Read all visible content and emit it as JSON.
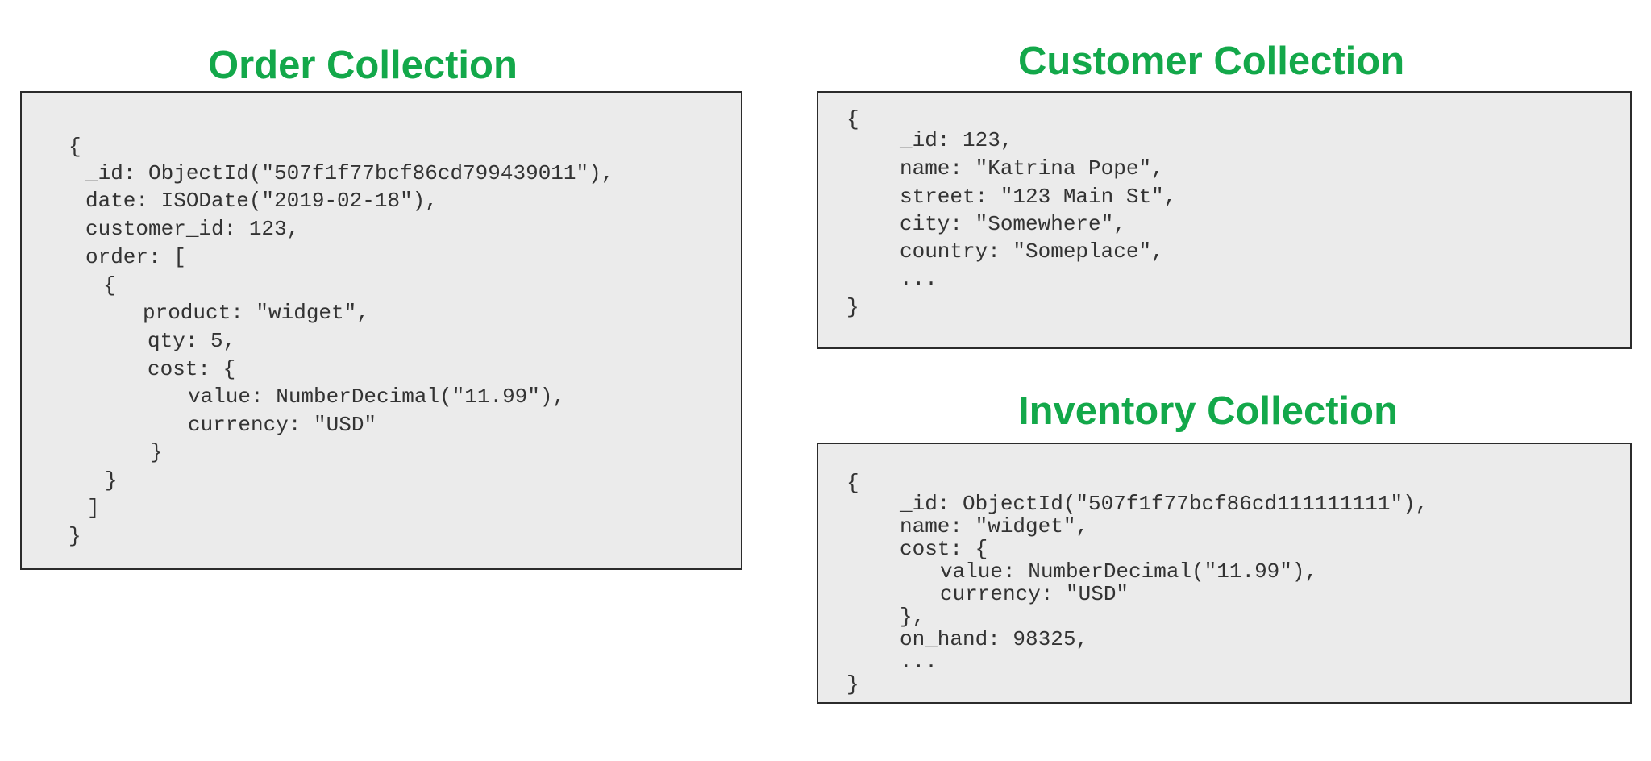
{
  "order": {
    "title": "Order Collection",
    "lines": [
      "{",
      "_id: ObjectId(\"507f1f77bcf86cd799439011\"),",
      "date: ISODate(\"2019-02-18\"),",
      "customer_id: 123,",
      "order: [",
      "{",
      "product: \"widget\",",
      "qty: 5,",
      "cost: {",
      "value: NumberDecimal(\"11.99\"),",
      "currency: \"USD\"",
      "}",
      "}",
      "]",
      "}"
    ]
  },
  "customer": {
    "title": "Customer Collection",
    "lines": [
      "{",
      "_id: 123,",
      "name: \"Katrina Pope\",",
      "street: \"123 Main St\",",
      "city: \"Somewhere\",",
      "country: \"Someplace\",",
      "...",
      "}"
    ]
  },
  "inventory": {
    "title": "Inventory Collection",
    "lines": [
      "{",
      "_id: ObjectId(\"507f1f77bcf86cd111111111\"),",
      "name: \"widget\",",
      "cost: {",
      "value: NumberDecimal(\"11.99\"),",
      "currency: \"USD\"",
      "},",
      "on_hand: 98325,",
      "...",
      "}"
    ]
  }
}
